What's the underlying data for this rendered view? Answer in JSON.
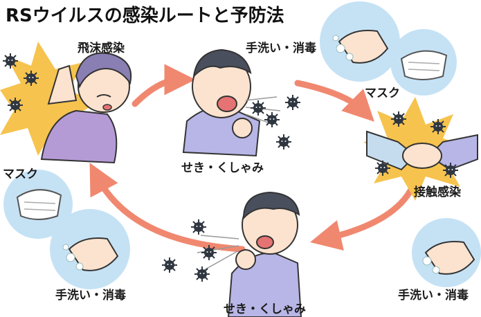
{
  "title": "RSウイルスの感染ルートと予防法",
  "labels": {
    "droplet_infection": "飛沫感染",
    "handwash_top": "手洗い・消毒",
    "mask_top": "マスク",
    "contact_infection": "接触感染",
    "handwash_bottom_right": "手洗い・消毒",
    "cough_sneeze_top": "せき・くしゃみ",
    "cough_sneeze_bottom": "せき・くしゃみ",
    "mask_left": "マスク",
    "handwash_bottom_left": "手洗い・消毒"
  },
  "colors": {
    "route_arrow": "#f08870",
    "burst": "#f6c34e",
    "virus": "#2f3640",
    "shirt": "#b59bd6",
    "skin": "#fbe3cf",
    "bubble": "#c5e2f5"
  }
}
